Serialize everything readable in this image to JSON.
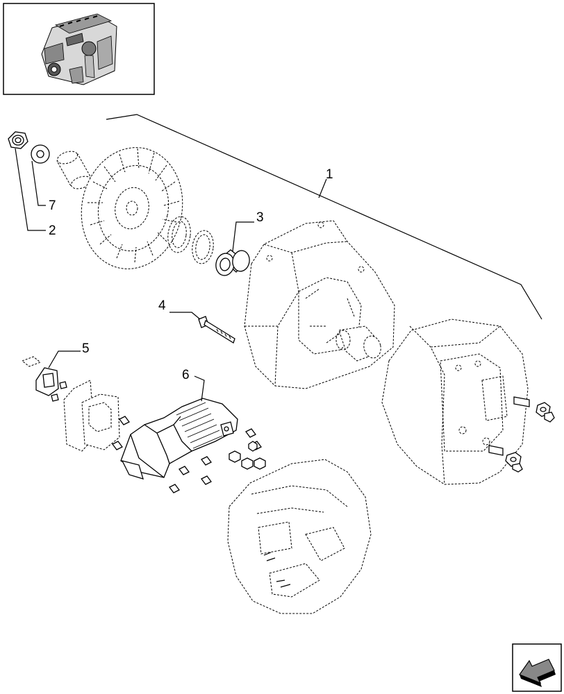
{
  "callouts": {
    "c1": "1",
    "c2": "2",
    "c3": "3",
    "c4": "4",
    "c5": "5",
    "c6": "6",
    "c7": "7"
  },
  "thumbnail": {
    "icon": "engine-icon"
  },
  "navigation": {
    "icon": "arrow-back-icon"
  },
  "colors": {
    "line": "#000000",
    "background": "#ffffff"
  }
}
